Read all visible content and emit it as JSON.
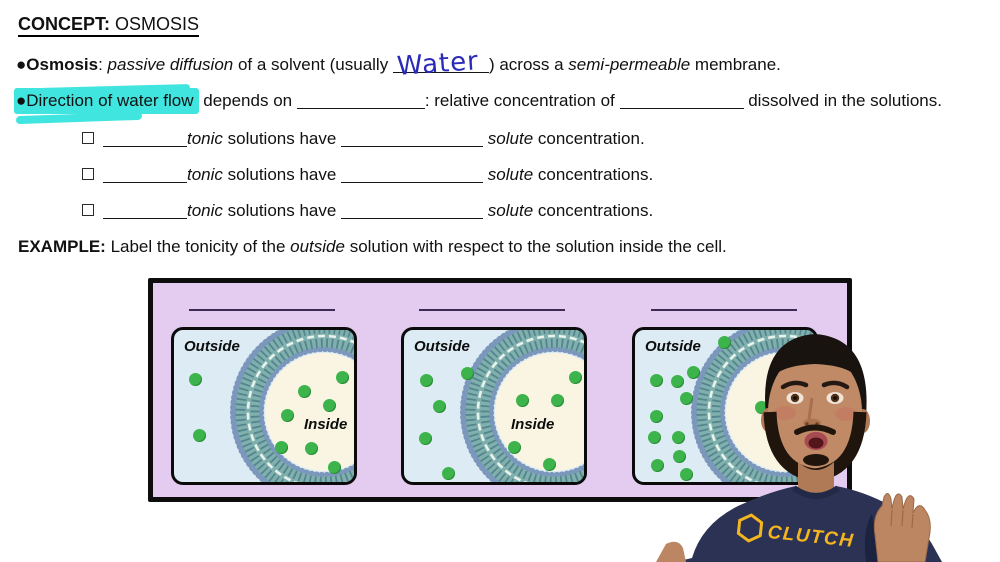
{
  "concept": {
    "label": "CONCEPT:",
    "title": "OSMOSIS"
  },
  "bullets": {
    "osmosis": {
      "bullet": "●",
      "term": "Osmosis",
      "sep": ": ",
      "italic1": "passive diffusion",
      "text1": " of a solvent (usually ",
      "handwritten": "Water",
      "text2": ") across a ",
      "italic2": "semi-permeable",
      "text3": " membrane."
    },
    "direction": {
      "bullet": "●",
      "highlight": "Direction of water flow",
      "text1": " depends on ",
      "text2": ": relative concentration of ",
      "text3": " dissolved in the solutions."
    }
  },
  "tonic_items": [
    {
      "italic": "tonic",
      "mid": " solutions have ",
      "solute": "solute",
      "tail": " concentration."
    },
    {
      "italic": "tonic",
      "mid": " solutions have ",
      "solute": "solute",
      "tail": " concentrations."
    },
    {
      "italic": "tonic",
      "mid": " solutions have ",
      "solute": "solute",
      "tail": " concentrations."
    }
  ],
  "example": {
    "label": "EXAMPLE:",
    "text1": " Label the tonicity of the ",
    "italic": "outside",
    "text2": " solution with respect to the solution inside the cell."
  },
  "annotations": {
    "highlight_color": "#3fe5de",
    "handwriting_color": "#2a2ab8"
  },
  "diagram": {
    "background": "#e4cbf0",
    "panel_background": "#dcebf4",
    "cell_fill": "#faf5e2",
    "membrane_color": "#7fb0ae",
    "dot_color": "#3cb44b",
    "panels": [
      {
        "outside_label": "Outside",
        "inside_label": "Inside",
        "outside_dots": [
          [
            21,
            49
          ],
          [
            25,
            105
          ]
        ],
        "inside_dots": [
          [
            130,
            61
          ],
          [
            168,
            47
          ],
          [
            155,
            75
          ],
          [
            113,
            85
          ],
          [
            107,
            117
          ],
          [
            137,
            118
          ],
          [
            160,
            137
          ]
        ]
      },
      {
        "outside_label": "Outside",
        "inside_label": "Inside",
        "outside_dots": [
          [
            22,
            50
          ],
          [
            63,
            43
          ],
          [
            35,
            76
          ],
          [
            21,
            108
          ],
          [
            44,
            143
          ]
        ],
        "inside_dots": [
          [
            118,
            70
          ],
          [
            153,
            70
          ],
          [
            171,
            47
          ],
          [
            110,
            117
          ],
          [
            145,
            134
          ]
        ]
      },
      {
        "outside_label": "Outside",
        "inside_label": "",
        "outside_dots": [
          [
            89,
            12
          ],
          [
            21,
            50
          ],
          [
            42,
            51
          ],
          [
            58,
            42
          ],
          [
            51,
            68
          ],
          [
            21,
            86
          ],
          [
            19,
            107
          ],
          [
            43,
            107
          ],
          [
            44,
            126
          ],
          [
            22,
            135
          ],
          [
            51,
            144
          ]
        ],
        "inside_dots": [
          [
            126,
            77
          ]
        ]
      }
    ]
  },
  "person": {
    "shirt_label": "CLUTCH",
    "shirt_color": "#2c3254",
    "logo_color": "#f4b51e"
  }
}
